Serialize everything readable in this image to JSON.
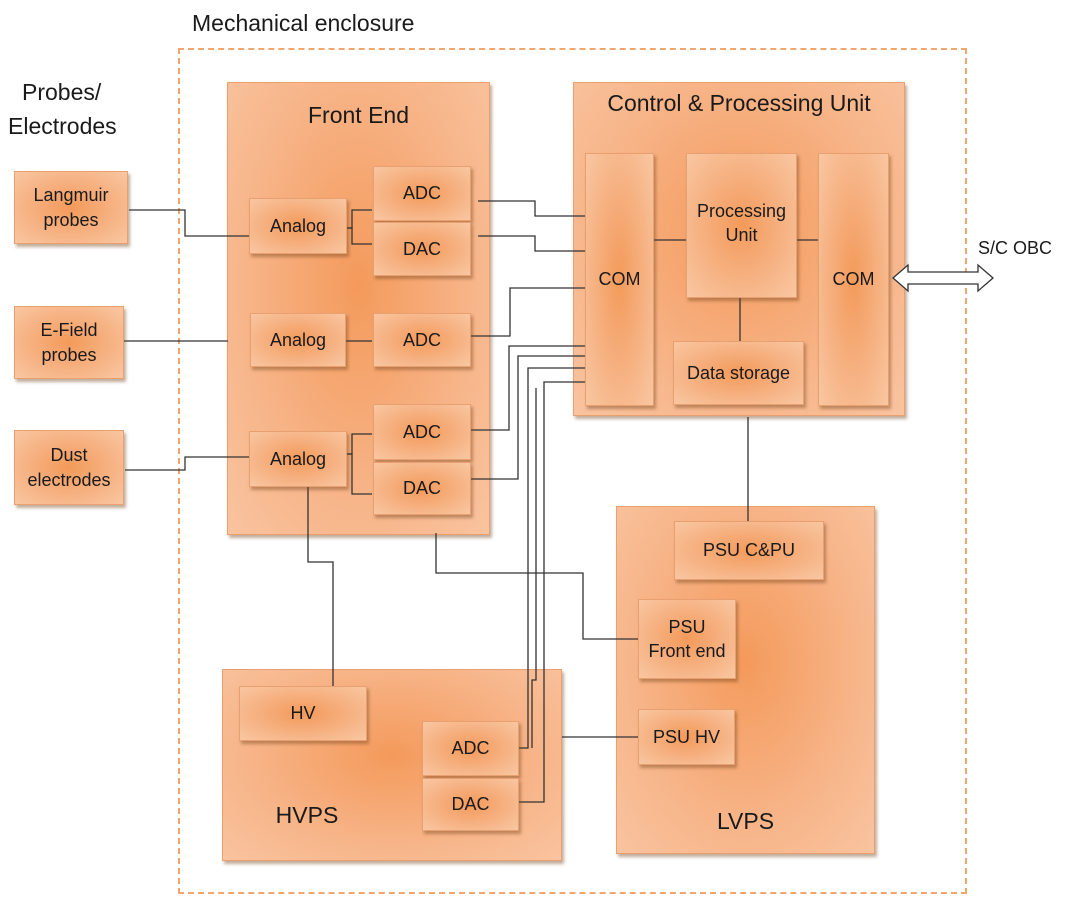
{
  "enclosure": {
    "label": "Mechanical enclosure"
  },
  "probes_header": {
    "line1": "Probes/",
    "line2": "Electrodes"
  },
  "sensors": {
    "langmuir": {
      "line1": "Langmuir",
      "line2": "probes"
    },
    "efield": {
      "line1": "E-Field",
      "line2": "probes"
    },
    "dust": {
      "line1": "Dust",
      "line2": "electrodes"
    }
  },
  "front_end": {
    "title": "Front End",
    "analog1": "Analog",
    "adc1": "ADC",
    "dac1": "DAC",
    "analog2": "Analog",
    "adc2": "ADC",
    "analog3": "Analog",
    "adc3": "ADC",
    "dac3": "DAC"
  },
  "cpu": {
    "title": "Control & Processing Unit",
    "com_left": "COM",
    "processing": {
      "line1": "Processing",
      "line2": "Unit"
    },
    "com_right": "COM",
    "storage": "Data storage"
  },
  "obc": {
    "label": "S/C OBC"
  },
  "lvps": {
    "title": "LVPS",
    "psu_cpu": "PSU C&PU",
    "psu_fe": {
      "line1": "PSU",
      "line2": "Front end"
    },
    "psu_hv": "PSU HV"
  },
  "hvps": {
    "title": "HVPS",
    "hv": "HV",
    "adc": "ADC",
    "dac": "DAC"
  },
  "colors": {
    "box_center": "#f39a5a",
    "box_edge": "#f9c7a2",
    "border": "#e8a070",
    "wire": "#333333",
    "enclosure": "#f0a66c"
  }
}
